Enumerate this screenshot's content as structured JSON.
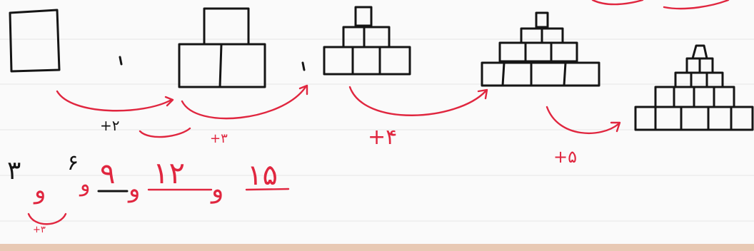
{
  "colors": {
    "paper": "#fafafa",
    "rule_line": "#e6e6e6",
    "ink_black": "#151515",
    "ink_red": "#e0263f",
    "bottom_edge": "#e8c9b4"
  },
  "figures": {
    "count": 5,
    "blocks_per_figure": [
      "1",
      "3",
      "6",
      "10",
      "15"
    ]
  },
  "increments": {
    "step_1": "+۲",
    "step_2": "+۳",
    "step_3": "+۴",
    "step_4": "+۵",
    "small_step": "+۳"
  },
  "sequence": {
    "term_1": "۳",
    "term_2": "۶",
    "term_3": "۹",
    "term_4": "۱۲",
    "term_5": "۱۵",
    "separator": "و"
  }
}
